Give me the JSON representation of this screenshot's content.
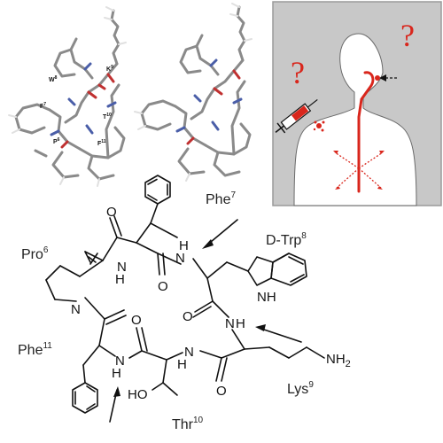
{
  "residue_labels": {
    "phe7": {
      "name": "Phe",
      "sup": "7"
    },
    "dtrp8": {
      "name": "D-Trp",
      "sup": "8"
    },
    "pro6": {
      "name": "Pro",
      "sup": "6"
    },
    "phe11": {
      "name": "Phe",
      "sup": "11"
    },
    "lys9": {
      "name": "Lys",
      "sup": "9"
    },
    "thr10": {
      "name": "Thr",
      "sup": "10"
    }
  },
  "atom_labels": {
    "nh_amide": "H",
    "n": "N",
    "nh_indole": "NH",
    "nh2": "NH",
    "nh2_sub": "2",
    "ho": "HO",
    "o": "O"
  },
  "model_labels": {
    "w": "W",
    "w_sup": "8",
    "k": "K",
    "k_sup": "9",
    "f7": "F",
    "f7_sup": "7",
    "t": "T",
    "t_sup": "10",
    "p": "P",
    "p_sup": "6",
    "f11": "F",
    "f11_sup": "11"
  },
  "colors": {
    "bond": "#111111",
    "panel_bg": "#c8c8c8",
    "silhouette": "#ffffff",
    "accent_red": "#d9261c",
    "stick_gray": "#7a7a7a",
    "stick_blue": "#4a5ea8",
    "stick_red": "#c03030"
  },
  "icons": [
    "syringe-icon",
    "question-mark-icon",
    "arrow-icon"
  ]
}
